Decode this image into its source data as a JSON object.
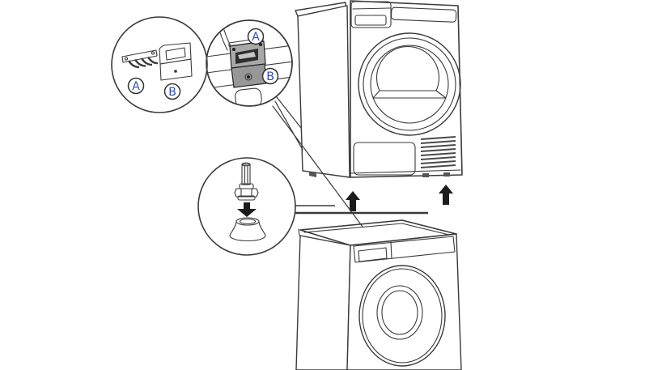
{
  "figure": {
    "kind": "appliance-stacking-instruction-diagram"
  },
  "callouts": {
    "parts": {
      "label_a": "A",
      "label_b": "B"
    },
    "installed": {
      "label_a": "A",
      "label_b": "B"
    }
  },
  "icons": {
    "up_arrows": "lift-up-arrow",
    "down_arrow": "insert-foot-down-arrow"
  },
  "colors": {
    "line": "#3a3a3a",
    "label_text": "#2b4db8",
    "label_circle": "#333333",
    "arrow_black": "#1c1c1c",
    "bracket_light": "#a9a9a9",
    "bracket_mid": "#979797",
    "slot_dark": "#2e2e2e",
    "clip_inside": "#c6c6c6",
    "background": "#ffffff"
  }
}
